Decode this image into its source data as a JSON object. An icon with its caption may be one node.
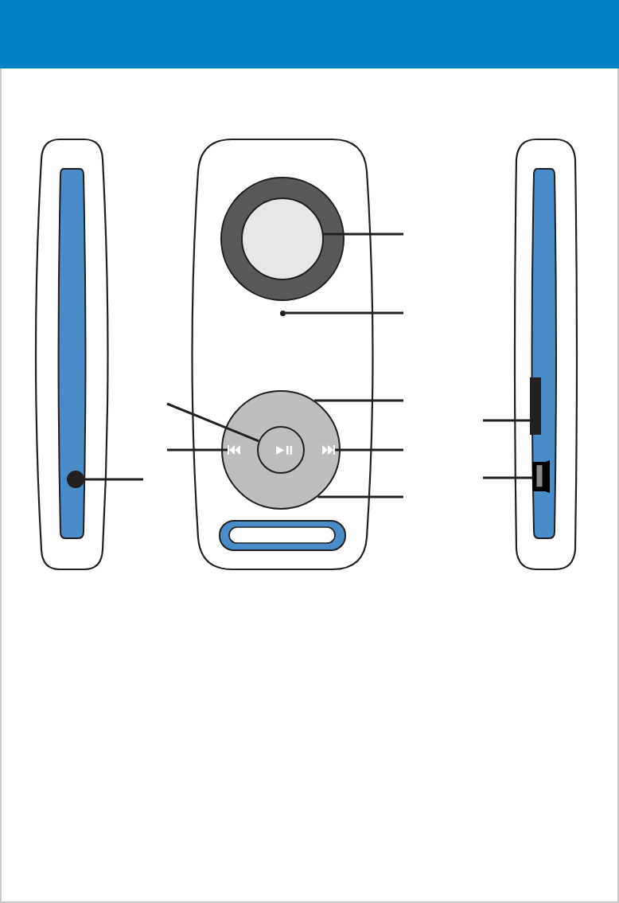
{
  "diagram": {
    "nodes": [
      {
        "text": [],
        "shape": "circle"
      },
      {
        "text": [],
        "shape": "circle"
      },
      {
        "text": [],
        "shape": "circle"
      },
      {
        "text": [],
        "shape": "circle",
        "in": 2
      },
      {
        "text": [],
        "shape": "picture",
        "in": 2
      },
      {
        "text": [],
        "shape": "picture",
        "in": 2
      },
      {
        "text": [],
        "shape": "circle"
      },
      {
        "text": [],
        "shape": "bar"
      },
      {
        "text": [],
        "shape": "box"
      }
    ],
    "edges": [
      {
        "from": null,
        "to": 0,
        "arrow": "none"
      },
      {
        "from": null,
        "to": 1,
        "arrow": "none"
      },
      {
        "from": null,
        "to": 3,
        "arrow": "none"
      },
      {
        "from": null,
        "to": 2,
        "arrow": "none"
      },
      {
        "from": null,
        "to": 7,
        "arrow": "none"
      },
      {
        "from": null,
        "to": 4,
        "arrow": "none"
      },
      {
        "from": null,
        "to": 5,
        "arrow": "none"
      },
      {
        "from": null,
        "to": 6,
        "arrow": "none"
      },
      {
        "from": null,
        "to": 8,
        "arrow": "none"
      },
      {
        "from": null,
        "to": 2,
        "arrow": "none"
      }
    ]
  }
}
